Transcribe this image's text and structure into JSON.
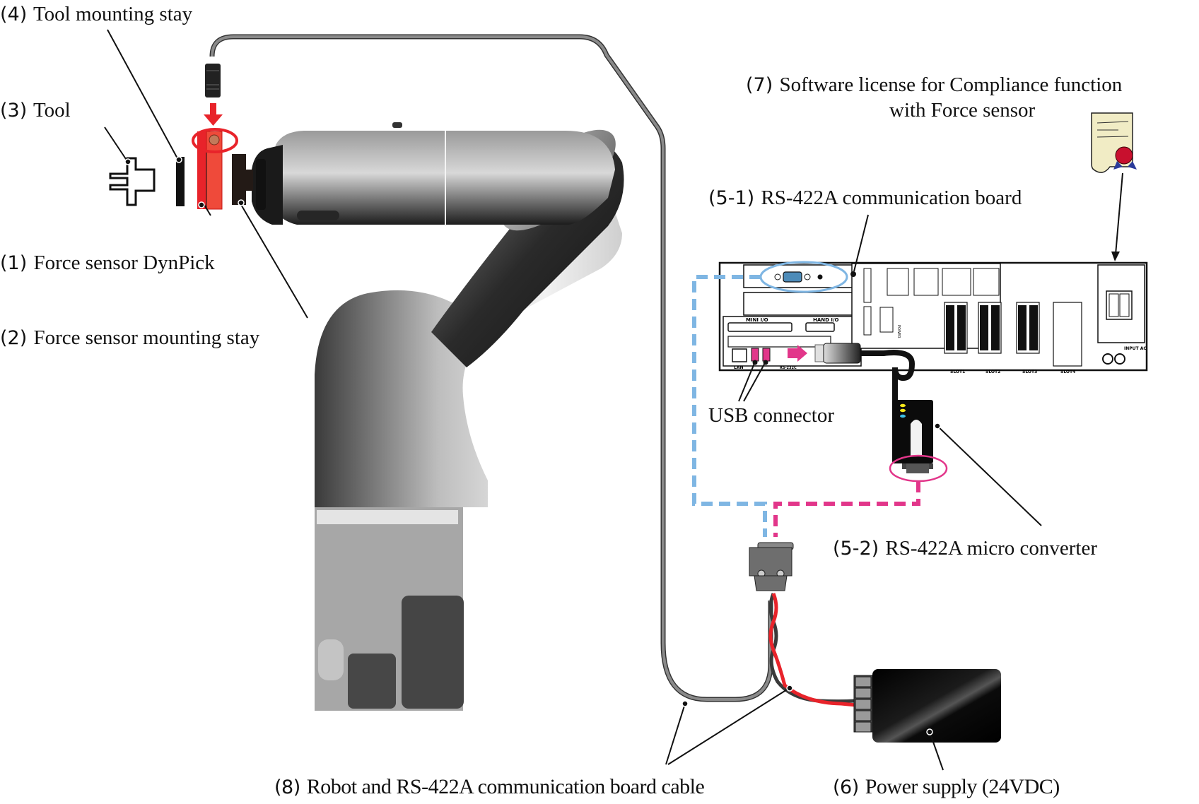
{
  "title": "Force sensor compliance function system configuration",
  "labels": {
    "tool_mounting_stay": {
      "num": "(4)",
      "text": "Tool mounting stay"
    },
    "tool": {
      "num": "(3)",
      "text": "Tool"
    },
    "force_sensor": {
      "num": "(1)",
      "text": "Force sensor DynPick"
    },
    "force_sensor_stay": {
      "num": "(2)",
      "text": "Force sensor mounting stay"
    },
    "software_license_line1": {
      "num": "(7)",
      "text": "Software license for Compliance function"
    },
    "software_license_line2": "with Force sensor",
    "comm_board": {
      "num": "(5-1)",
      "text": "RS-422A communication board"
    },
    "usb_connector": "USB connector",
    "micro_converter": {
      "num": "(5-2)",
      "text": "RS-422A micro converter"
    },
    "cable": {
      "num": "(8)",
      "text": "Robot and RS-422A communication board cable"
    },
    "power_supply": {
      "num": "(6)",
      "text": "Power supply (24VDC)"
    }
  },
  "controller_panel": {
    "ports": [
      "MINI I/O",
      "HAND I/O",
      "LAN",
      "RS-232C",
      "POWER",
      "INPUT AC"
    ],
    "slots": [
      "SLOT1",
      "SLOT2",
      "SLOT3",
      "SLOT4"
    ]
  },
  "colors": {
    "highlight_red": "#e8232a",
    "rs422_blue_dashed": "#7fb6e3",
    "rs422_pink_dashed": "#e2368a",
    "cable_gray": "#7a7a7a",
    "license_paper": "#f1ecc5",
    "license_seal": "#c8102e"
  }
}
